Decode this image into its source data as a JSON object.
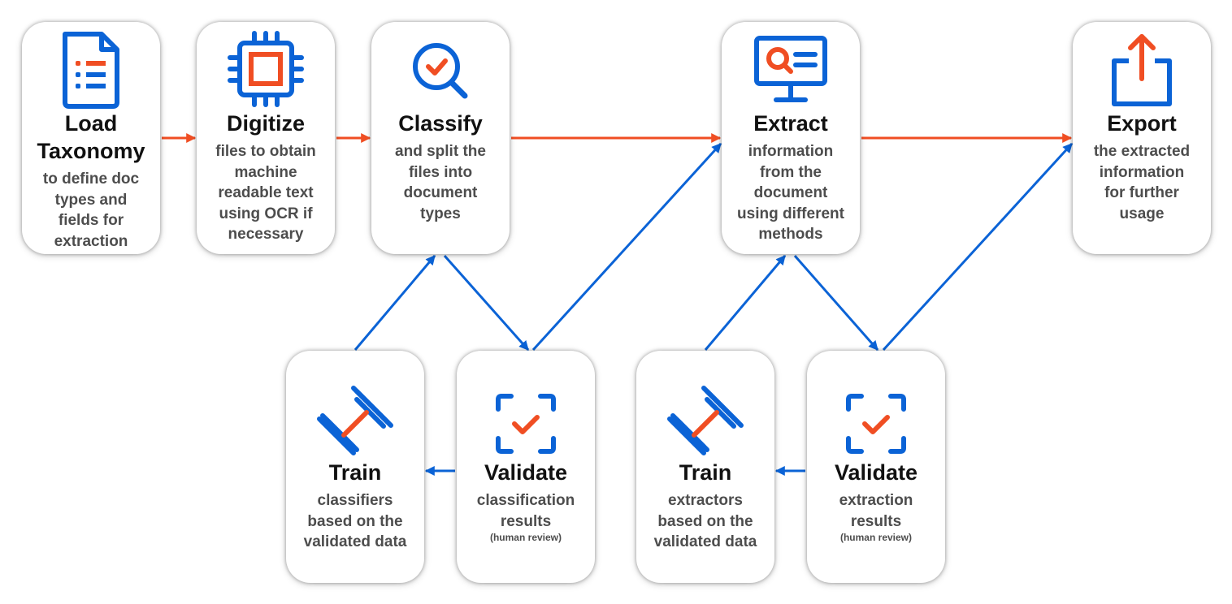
{
  "colors": {
    "orange": "#f04e23",
    "blue": "#0b63d6",
    "title": "#111111",
    "text": "#4d4d4d"
  },
  "steps": {
    "load": {
      "title_1": "Load",
      "title_2": "Taxonomy",
      "desc_1": "to define doc",
      "desc_2": "types and",
      "desc_3": "fields for",
      "desc_4": "extraction",
      "icon": "document-list-icon"
    },
    "digitize": {
      "title": "Digitize",
      "desc_1": "files to obtain",
      "desc_2": "machine",
      "desc_3": "readable text",
      "desc_4": "using OCR if",
      "desc_5": "necessary",
      "icon": "chip-icon"
    },
    "classify": {
      "title": "Classify",
      "desc_1": "and split the",
      "desc_2": "files into",
      "desc_3": "document",
      "desc_4": "types",
      "icon": "magnifier-check-icon"
    },
    "extract": {
      "title": "Extract",
      "desc_1": "information",
      "desc_2": "from the",
      "desc_3": "document",
      "desc_4": "using different",
      "desc_5": "methods",
      "icon": "monitor-search-icon"
    },
    "export": {
      "title": "Export",
      "desc_1": "the extracted",
      "desc_2": "information",
      "desc_3": "for further",
      "desc_4": "usage",
      "icon": "share-out-icon"
    },
    "train_classifiers": {
      "title": "Train",
      "desc_1": "classifiers",
      "desc_2": "based on the",
      "desc_3": "validated data",
      "icon": "dumbbell-icon"
    },
    "validate_classification": {
      "title": "Validate",
      "desc_1": "classification",
      "desc_2": "results",
      "sub": "(human review)",
      "icon": "scan-check-icon"
    },
    "train_extractors": {
      "title": "Train",
      "desc_1": "extractors",
      "desc_2": "based on the",
      "desc_3": "validated data",
      "icon": "dumbbell-icon"
    },
    "validate_extraction": {
      "title": "Validate",
      "desc_1": "extraction",
      "desc_2": "results",
      "sub": "(human review)",
      "icon": "scan-check-icon"
    }
  }
}
